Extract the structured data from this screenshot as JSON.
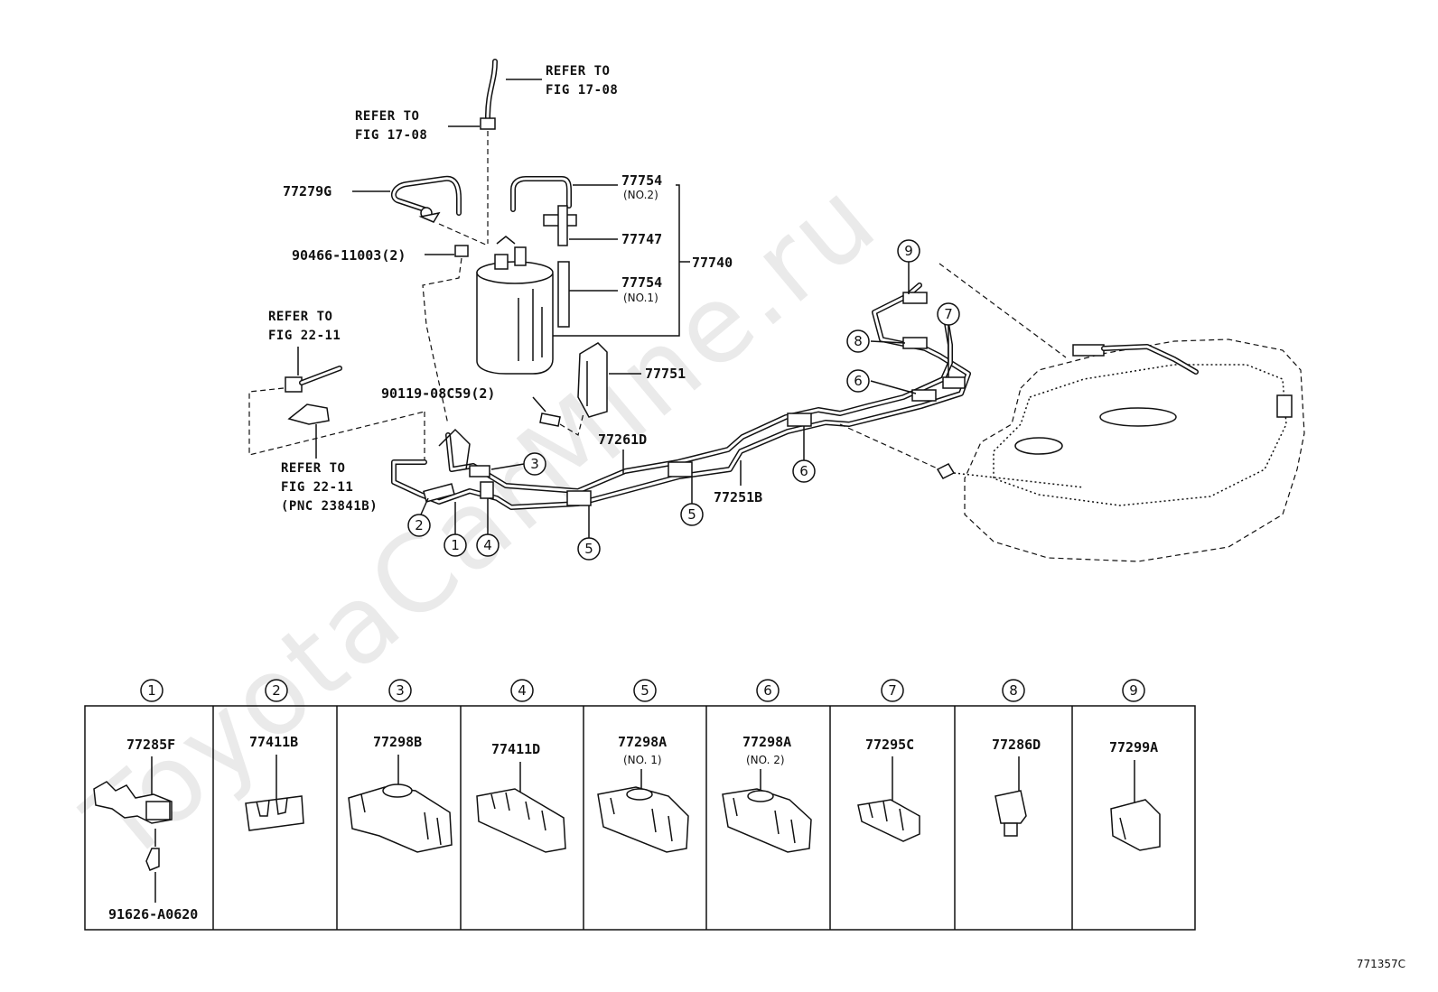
{
  "watermark": "ToyotaCarMine.ru",
  "figure_code": "771357C",
  "refer_labels": {
    "top_right": [
      "REFER TO",
      "FIG 17-08"
    ],
    "top_left": [
      "REFER TO",
      "FIG 17-08"
    ],
    "mid_left": [
      "REFER TO",
      "FIG 22-11"
    ],
    "low_left": [
      "REFER TO",
      "FIG 22-11",
      "(PNC 23841B)"
    ]
  },
  "part_labels": {
    "p77279G": "77279G",
    "p90466": "90466-11003(2)",
    "p77754_2": "77754",
    "p77754_2_note": "(NO.2)",
    "p77747": "77747",
    "p77754_1": "77754",
    "p77754_1_note": "(NO.1)",
    "p77740": "77740",
    "p77751": "77751",
    "p90119": "90119-08C59(2)",
    "p77261D": "77261D",
    "p77251B": "77251B"
  },
  "callouts": [
    "1",
    "2",
    "3",
    "4",
    "5",
    "6",
    "7",
    "8",
    "9"
  ],
  "clamp_table": [
    {
      "num": "1",
      "part": "77285F",
      "note": "",
      "extra": "91626-A0620"
    },
    {
      "num": "2",
      "part": "77411B",
      "note": "",
      "extra": ""
    },
    {
      "num": "3",
      "part": "77298B",
      "note": "",
      "extra": ""
    },
    {
      "num": "4",
      "part": "77411D",
      "note": "",
      "extra": ""
    },
    {
      "num": "5",
      "part": "77298A",
      "note": "(NO. 1)",
      "extra": ""
    },
    {
      "num": "6",
      "part": "77298A",
      "note": "(NO. 2)",
      "extra": ""
    },
    {
      "num": "7",
      "part": "77295C",
      "note": "",
      "extra": ""
    },
    {
      "num": "8",
      "part": "77286D",
      "note": "",
      "extra": ""
    },
    {
      "num": "9",
      "part": "77299A",
      "note": "",
      "extra": ""
    }
  ]
}
